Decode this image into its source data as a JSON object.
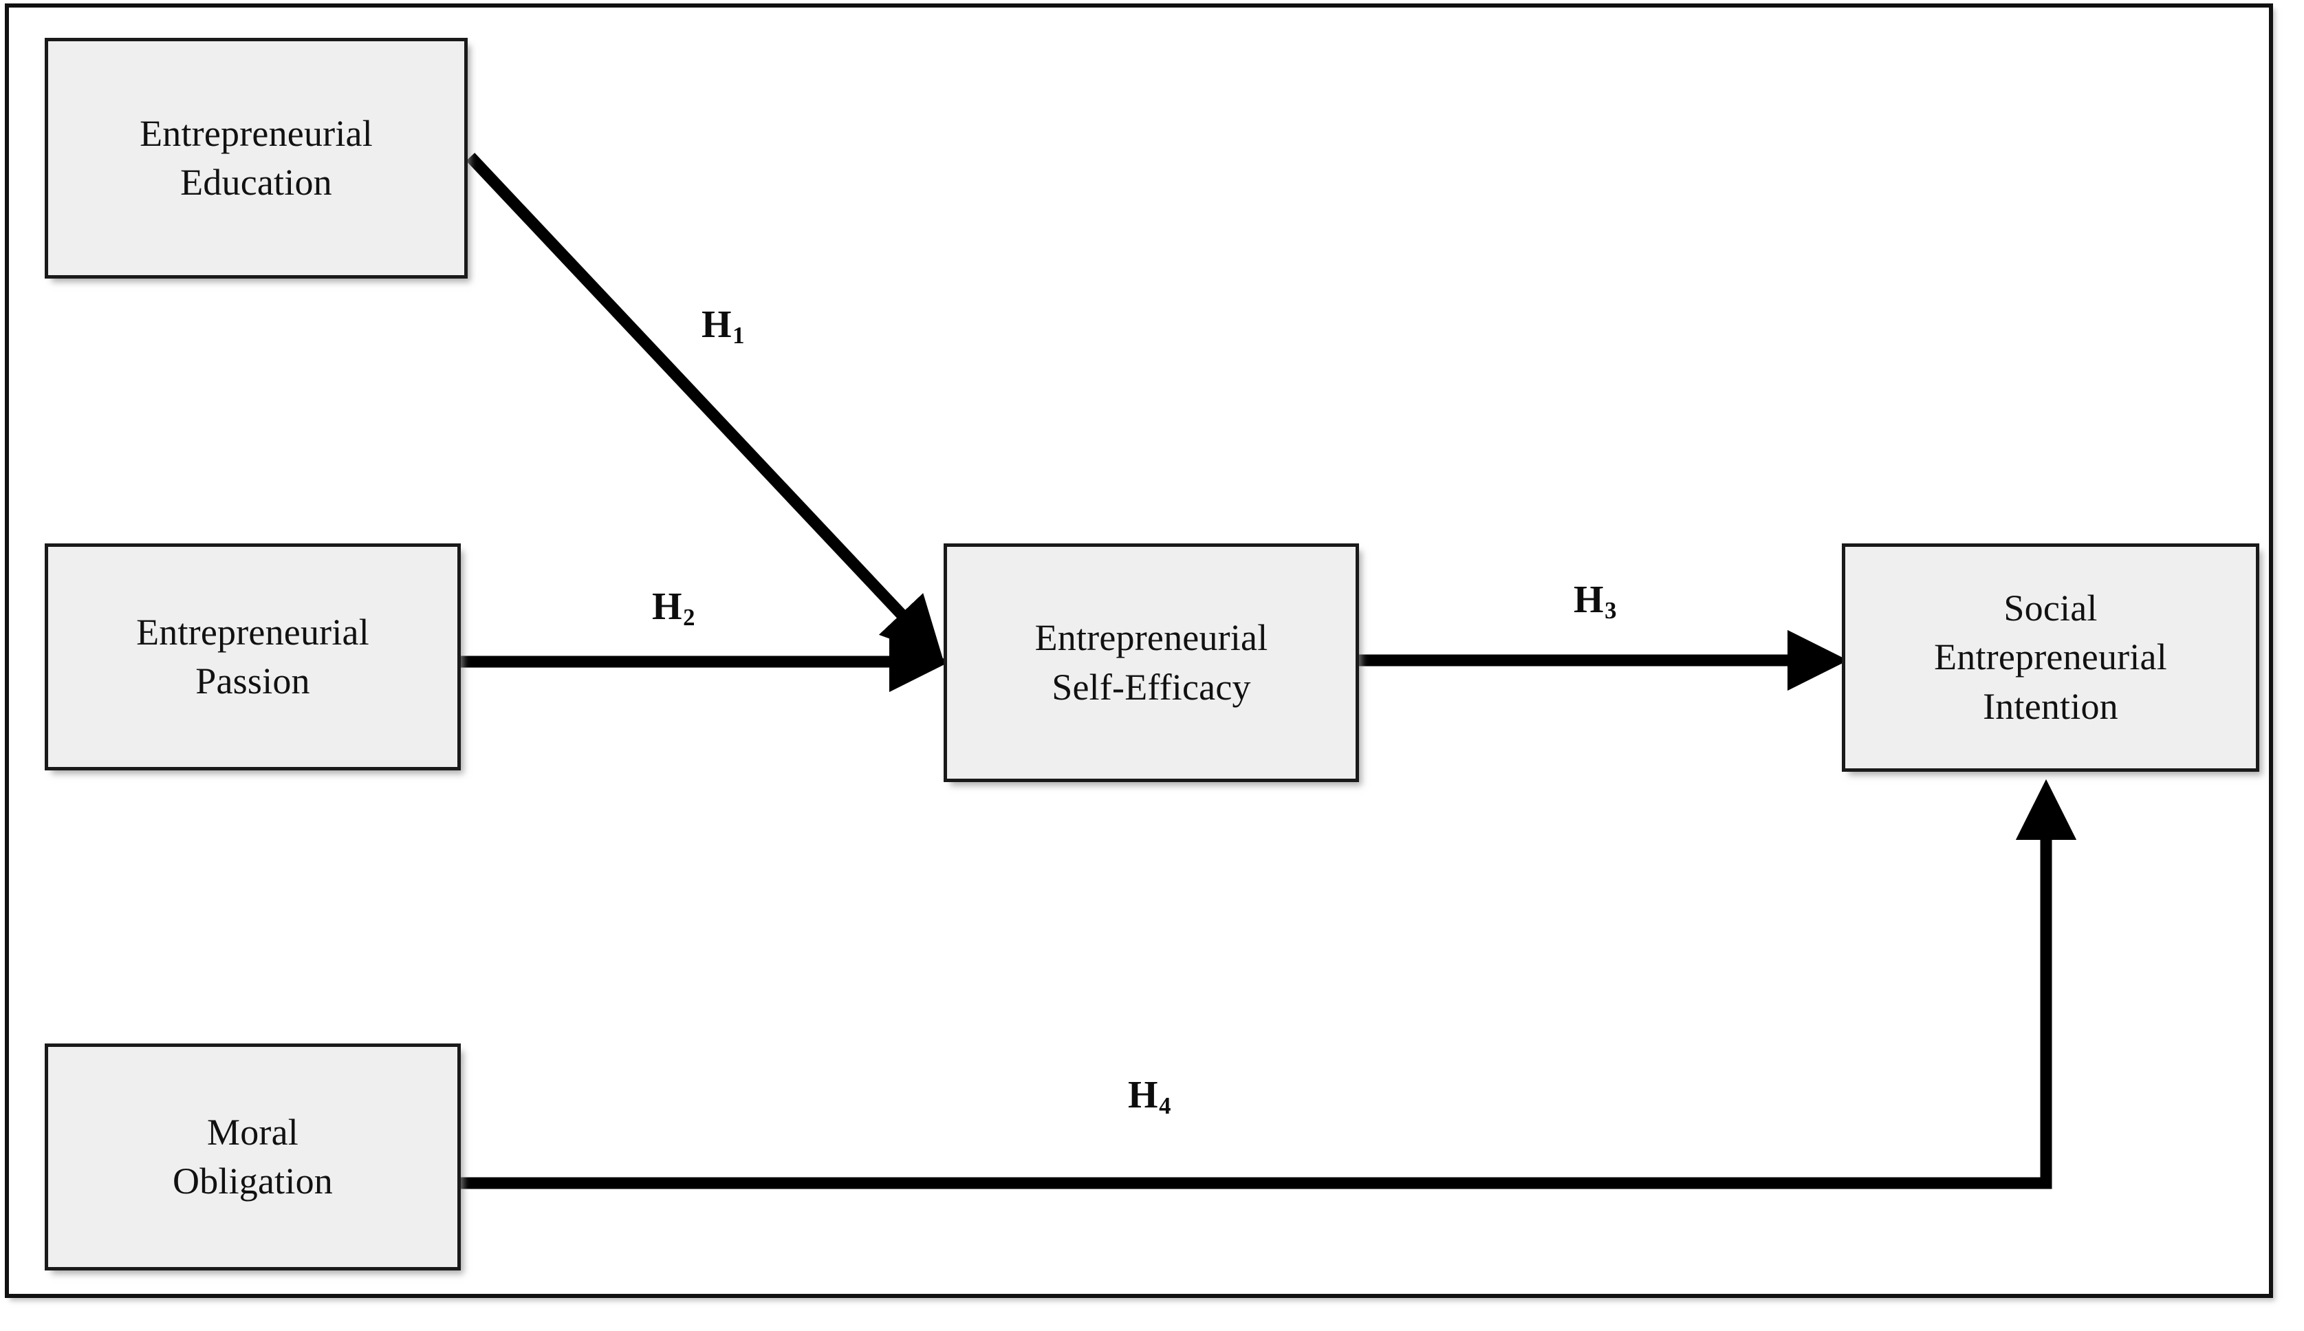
{
  "diagram": {
    "type": "conceptual-research-model",
    "frame": {
      "visible": true,
      "border_color": "#111111"
    },
    "box_style": {
      "fill": "#efefef",
      "border_color": "#1a1a1a",
      "shadow": true
    },
    "arrow_color": "#000000",
    "nodes": [
      {
        "id": "entrepreneurial-education",
        "label": "Entrepreneurial\nEducation",
        "role": "independent-variable",
        "position": "top-left"
      },
      {
        "id": "entrepreneurial-passion",
        "label": "Entrepreneurial\nPassion",
        "role": "independent-variable",
        "position": "middle-left"
      },
      {
        "id": "moral-obligation",
        "label": "Moral\nObligation",
        "role": "independent-variable",
        "position": "bottom-left"
      },
      {
        "id": "entrepreneurial-self-efficacy",
        "label": "Entrepreneurial\nSelf-Efficacy",
        "role": "mediator",
        "position": "center"
      },
      {
        "id": "social-entrepreneurial-intention",
        "label": "Social\nEntrepreneurial\nIntention",
        "role": "dependent-variable",
        "position": "right"
      }
    ],
    "paths": [
      {
        "id": "h1",
        "label": "H",
        "subscript": "1",
        "from": "entrepreneurial-education",
        "to": "entrepreneurial-self-efficacy",
        "style": "diagonal-arrow"
      },
      {
        "id": "h2",
        "label": "H",
        "subscript": "2",
        "from": "entrepreneurial-passion",
        "to": "entrepreneurial-self-efficacy",
        "style": "straight-arrow"
      },
      {
        "id": "h3",
        "label": "H",
        "subscript": "3",
        "from": "entrepreneurial-self-efficacy",
        "to": "social-entrepreneurial-intention",
        "style": "straight-arrow"
      },
      {
        "id": "h4",
        "label": "H",
        "subscript": "4",
        "from": "moral-obligation",
        "to": "social-entrepreneurial-intention",
        "style": "elbow-arrow"
      }
    ]
  }
}
